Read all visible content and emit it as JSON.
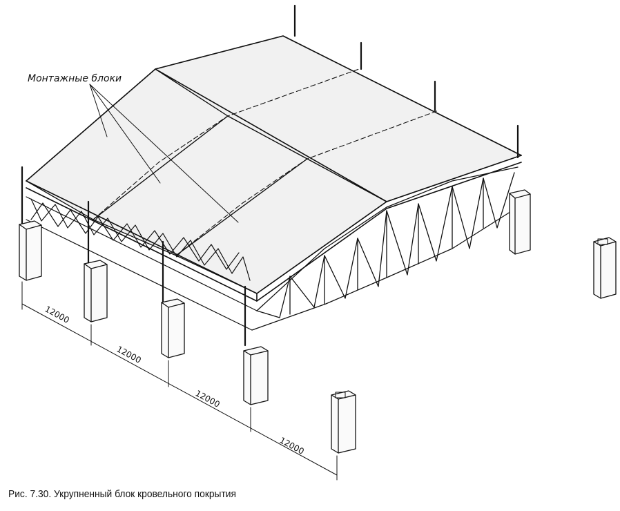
{
  "figure": {
    "caption": "Рис. 7.30. Укрупненный блок кровельного покрытия",
    "callout_label": "Монтажные блоки",
    "dimensions": [
      "12000",
      "12000",
      "12000",
      "12000"
    ]
  }
}
